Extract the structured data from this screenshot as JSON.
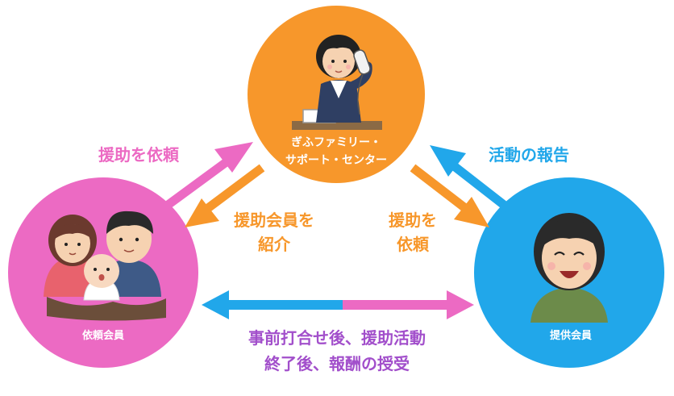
{
  "nodes": {
    "center": {
      "label_line1": "ぎふファミリー・",
      "label_line2": "サポート・センター"
    },
    "left": {
      "label": "依頼会員"
    },
    "right": {
      "label": "提供会員"
    }
  },
  "edges": {
    "left_to_center": "援助を依頼",
    "center_to_left_line1": "援助会員を",
    "center_to_left_line2": "紹介",
    "center_to_right_line1": "援助を",
    "center_to_right_line2": "依頼",
    "right_to_center": "活動の報告",
    "bottom_line1": "事前打合せ後、援助活動",
    "bottom_line2": "終了後、報酬の授受"
  },
  "colors": {
    "orange": "#F7972B",
    "pink": "#EC6AC3",
    "blue": "#21A7EA",
    "bottom_text": "#A24FCB"
  },
  "icons": {
    "center": "receptionist-phone-icon",
    "left": "family-icon",
    "right": "smiling-person-icon"
  }
}
